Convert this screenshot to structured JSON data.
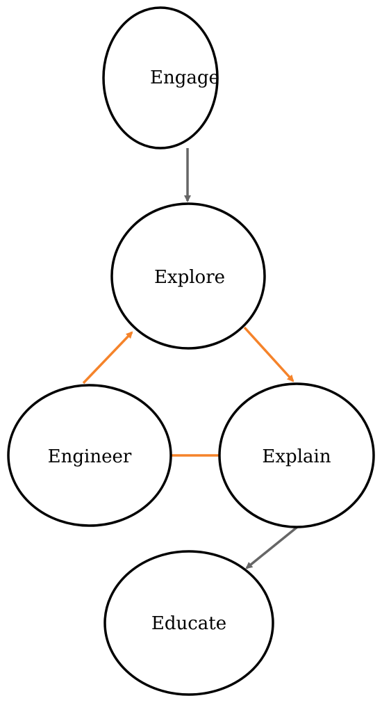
{
  "colors": {
    "gray_arrow": "#666666",
    "orange_arrow": "#f5832a",
    "node_stroke": "#000000",
    "background": "#ffffff"
  },
  "nodes": {
    "engage": {
      "label": "Engage"
    },
    "explore": {
      "label": "Explore"
    },
    "engineer": {
      "label": "Engineer"
    },
    "explain": {
      "label": "Explain"
    },
    "educate": {
      "label": "Educate"
    }
  },
  "edges": [
    {
      "from": "Engage",
      "to": "Explore",
      "color": "gray"
    },
    {
      "from": "Explore",
      "to": "Explain",
      "color": "orange"
    },
    {
      "from": "Explain",
      "to": "Engineer",
      "color": "orange"
    },
    {
      "from": "Engineer",
      "to": "Explore",
      "color": "orange"
    },
    {
      "from": "Explain",
      "to": "Educate",
      "color": "gray"
    }
  ]
}
